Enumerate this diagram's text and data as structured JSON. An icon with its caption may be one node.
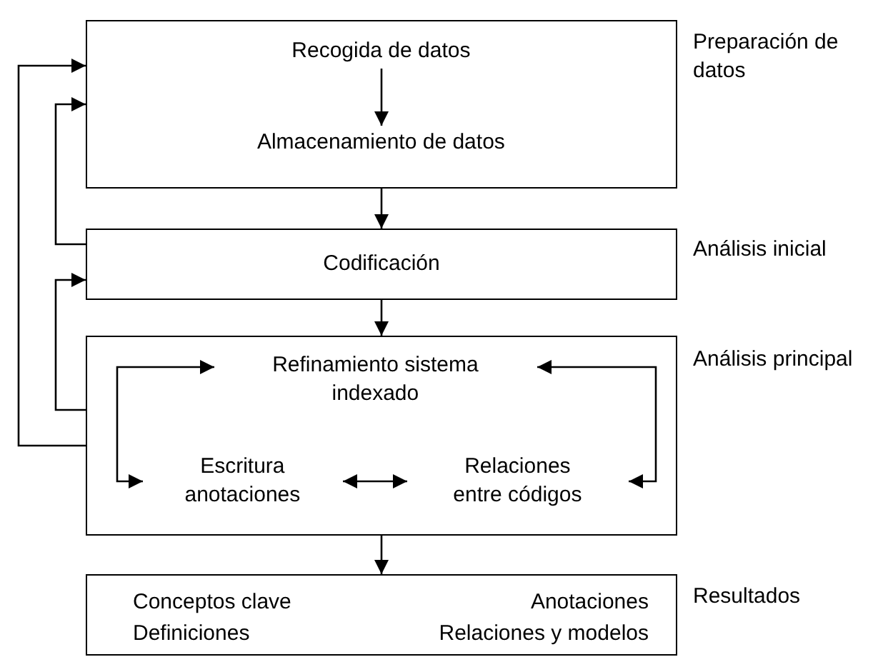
{
  "diagram": {
    "nodes": [
      {
        "text": [],
        "shape": "box",
        "beside": [
          "Preparación de datos"
        ]
      },
      {
        "text": [
          "Recogida de datos"
        ],
        "in": 0
      },
      {
        "text": [
          "Almacenamiento de datos"
        ],
        "in": 0
      },
      {
        "text": [
          "Codificación"
        ],
        "beside": [
          "Análisis inicial"
        ]
      },
      {
        "text": [],
        "shape": "box",
        "beside": [
          "Análisis principal"
        ]
      },
      {
        "text": [
          "Refinamiento sistema indexado"
        ],
        "in": 4
      },
      {
        "text": [
          "Escritura anotaciones"
        ],
        "in": 4
      },
      {
        "text": [
          "Relaciones entre códigos"
        ],
        "in": 4
      },
      {
        "text": [
          "Conceptos clave",
          "Anotaciones",
          "Definiciones",
          "Relaciones y modelos"
        ],
        "beside": [
          "Resultados"
        ]
      }
    ],
    "edges": [
      {
        "from": 1,
        "to": 2,
        "arrow": "to"
      },
      {
        "from": 0,
        "to": 3,
        "arrow": "to"
      },
      {
        "from": 3,
        "to": 4,
        "arrow": "to"
      },
      {
        "from": 4,
        "to": 8,
        "arrow": "to"
      },
      {
        "from": 3,
        "to": 0,
        "arrow": "to"
      },
      {
        "from": 4,
        "to": 3,
        "arrow": "to"
      },
      {
        "from": 4,
        "to": 0,
        "arrow": "to"
      },
      {
        "from": 5,
        "to": 6,
        "arrow": "both"
      },
      {
        "from": 5,
        "to": 7,
        "arrow": "both"
      },
      {
        "from": 6,
        "to": 7,
        "arrow": "both"
      }
    ]
  }
}
